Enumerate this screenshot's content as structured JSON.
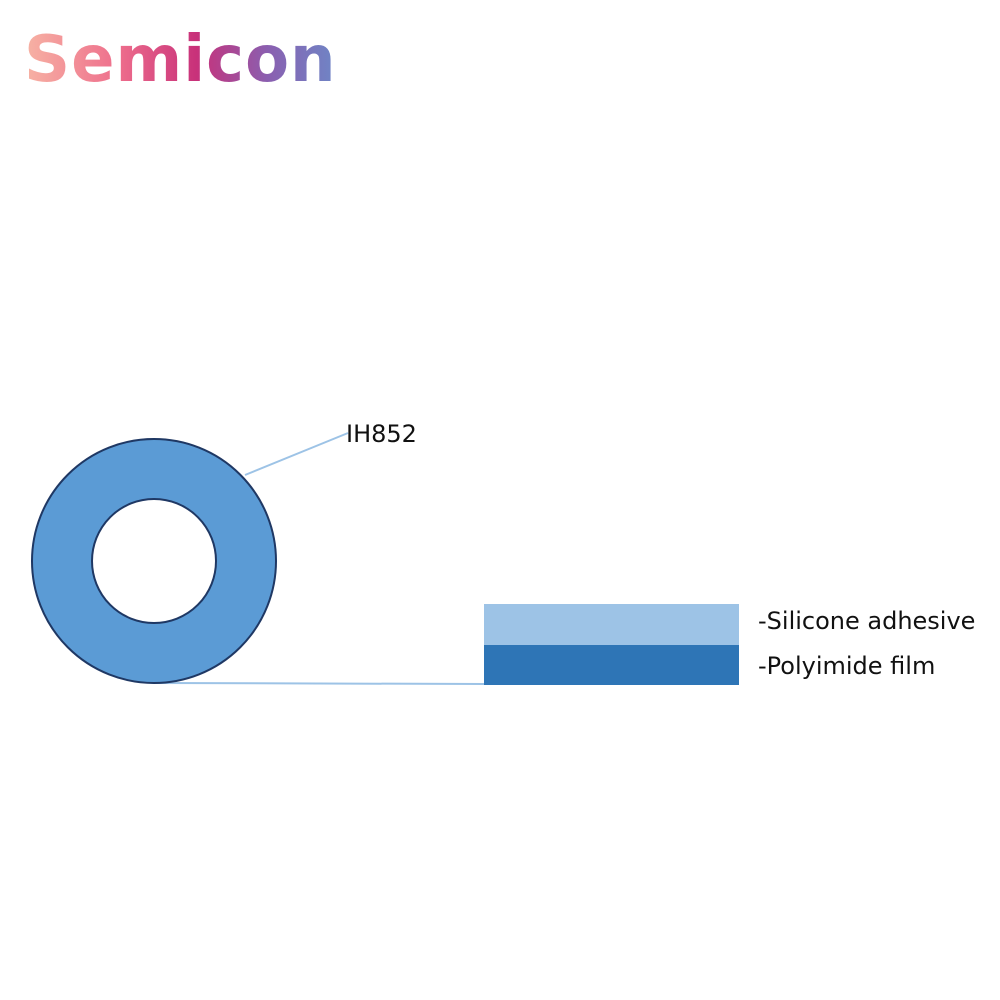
{
  "brand": {
    "logo_text": "Semicon"
  },
  "diagram": {
    "product_label": "IH852",
    "layers": [
      {
        "label": "-Silicone adhesive",
        "color": "#9dc3e6"
      },
      {
        "label": "-Polyimide film",
        "color": "#2e75b6"
      }
    ],
    "roll_color": "#5b9bd5",
    "roll_outline_color": "#1f3864",
    "leader_color": "#9dc3e6"
  }
}
